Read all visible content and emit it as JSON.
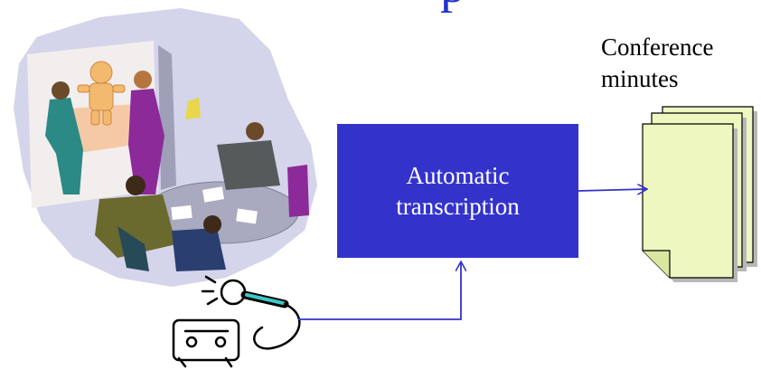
{
  "title_fragment": "p",
  "process_box": {
    "line1": "Automatic",
    "line2": "transcription"
  },
  "output": {
    "label_line1": "Conference",
    "label_line2": "minutes"
  },
  "colors": {
    "box_fill": "#3333cc",
    "arrow": "#3333cc",
    "paper": "#eef7c0",
    "paper_shadow": "#b8b8b8",
    "clipart_sky": "#d6d6ec"
  },
  "icons": [
    "meeting-clipart",
    "microphone-recorder-icon",
    "documents-stack-icon"
  ]
}
